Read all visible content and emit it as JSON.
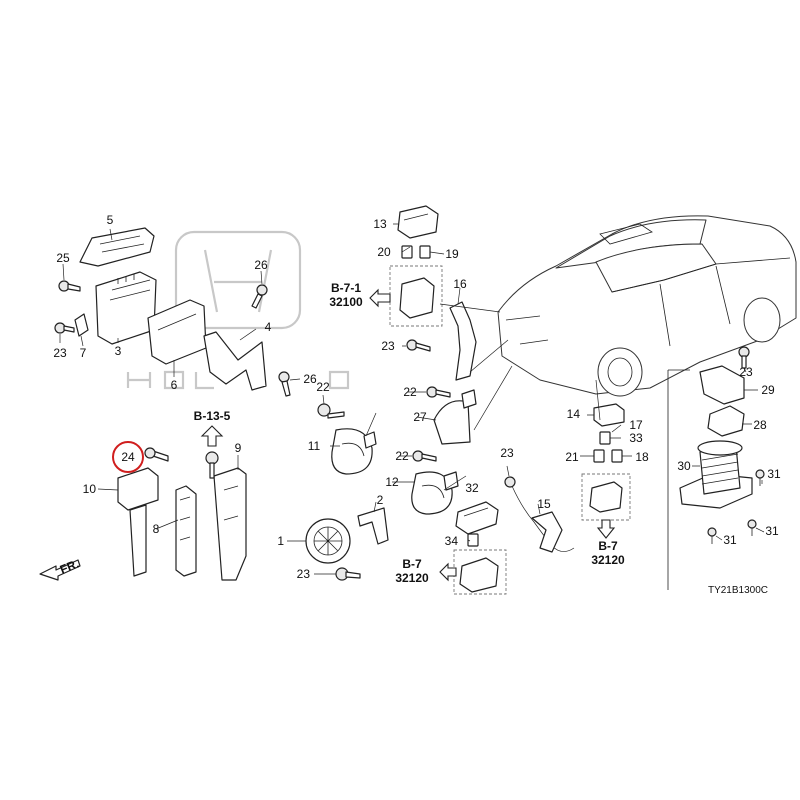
{
  "diagram_code": "TY21B1300C",
  "front_marker": "FR.",
  "highlighted_callout": "24",
  "highlight_color": "#d01e1e",
  "callouts": [
    "1",
    "2",
    "3",
    "4",
    "5",
    "6",
    "7",
    "8",
    "9",
    "10",
    "11",
    "12",
    "13",
    "14",
    "15",
    "16",
    "17",
    "18",
    "19",
    "20",
    "21",
    "22",
    "23",
    "24",
    "25",
    "26",
    "27",
    "28",
    "29",
    "30",
    "31",
    "32",
    "33",
    "34"
  ],
  "refs": [
    {
      "label": "B-7-1",
      "code": "32100"
    },
    {
      "label": "B-13-5",
      "code": ""
    },
    {
      "label": "B-7",
      "code": "32120"
    },
    {
      "label": "B-7",
      "code": "32120"
    }
  ]
}
